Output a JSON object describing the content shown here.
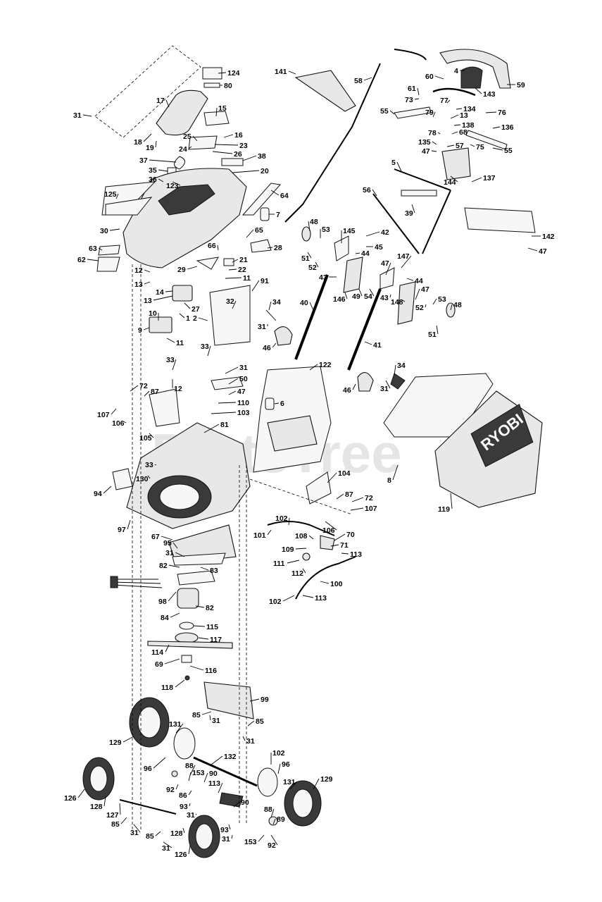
{
  "watermark": "PartsTree",
  "brand_logo": "RYOBI",
  "part_numbers": [
    "124",
    "80",
    "17",
    "31",
    "15",
    "16",
    "18",
    "19",
    "25",
    "24",
    "23",
    "26",
    "38",
    "37",
    "20",
    "35",
    "36",
    "123",
    "125",
    "64",
    "7",
    "30",
    "65",
    "63",
    "62",
    "66",
    "28",
    "21",
    "22",
    "29",
    "12",
    "13",
    "11",
    "14",
    "27",
    "1",
    "2",
    "10",
    "9",
    "91",
    "32",
    "34",
    "46",
    "33",
    "50",
    "47",
    "110",
    "103",
    "72",
    "87",
    "107",
    "106",
    "81",
    "105",
    "94",
    "130",
    "97",
    "141",
    "58",
    "60",
    "4",
    "143",
    "59",
    "61",
    "73",
    "77",
    "134",
    "55",
    "79",
    "76",
    "138",
    "78",
    "68",
    "136",
    "135",
    "57",
    "75",
    "144",
    "137",
    "142",
    "5",
    "56",
    "39",
    "48",
    "53",
    "145",
    "42",
    "45",
    "51",
    "52",
    "44",
    "43",
    "146",
    "49",
    "54",
    "147",
    "148",
    "40",
    "41",
    "122",
    "6",
    "8",
    "119",
    "104",
    "102",
    "101",
    "108",
    "70",
    "71",
    "109",
    "113",
    "111",
    "112",
    "100",
    "67",
    "95",
    "82",
    "83",
    "98",
    "84",
    "115",
    "117",
    "114",
    "69",
    "116",
    "118",
    "99",
    "85",
    "129",
    "131",
    "96",
    "88",
    "92",
    "153",
    "86",
    "90",
    "132",
    "126",
    "128",
    "127",
    "93",
    "89"
  ]
}
